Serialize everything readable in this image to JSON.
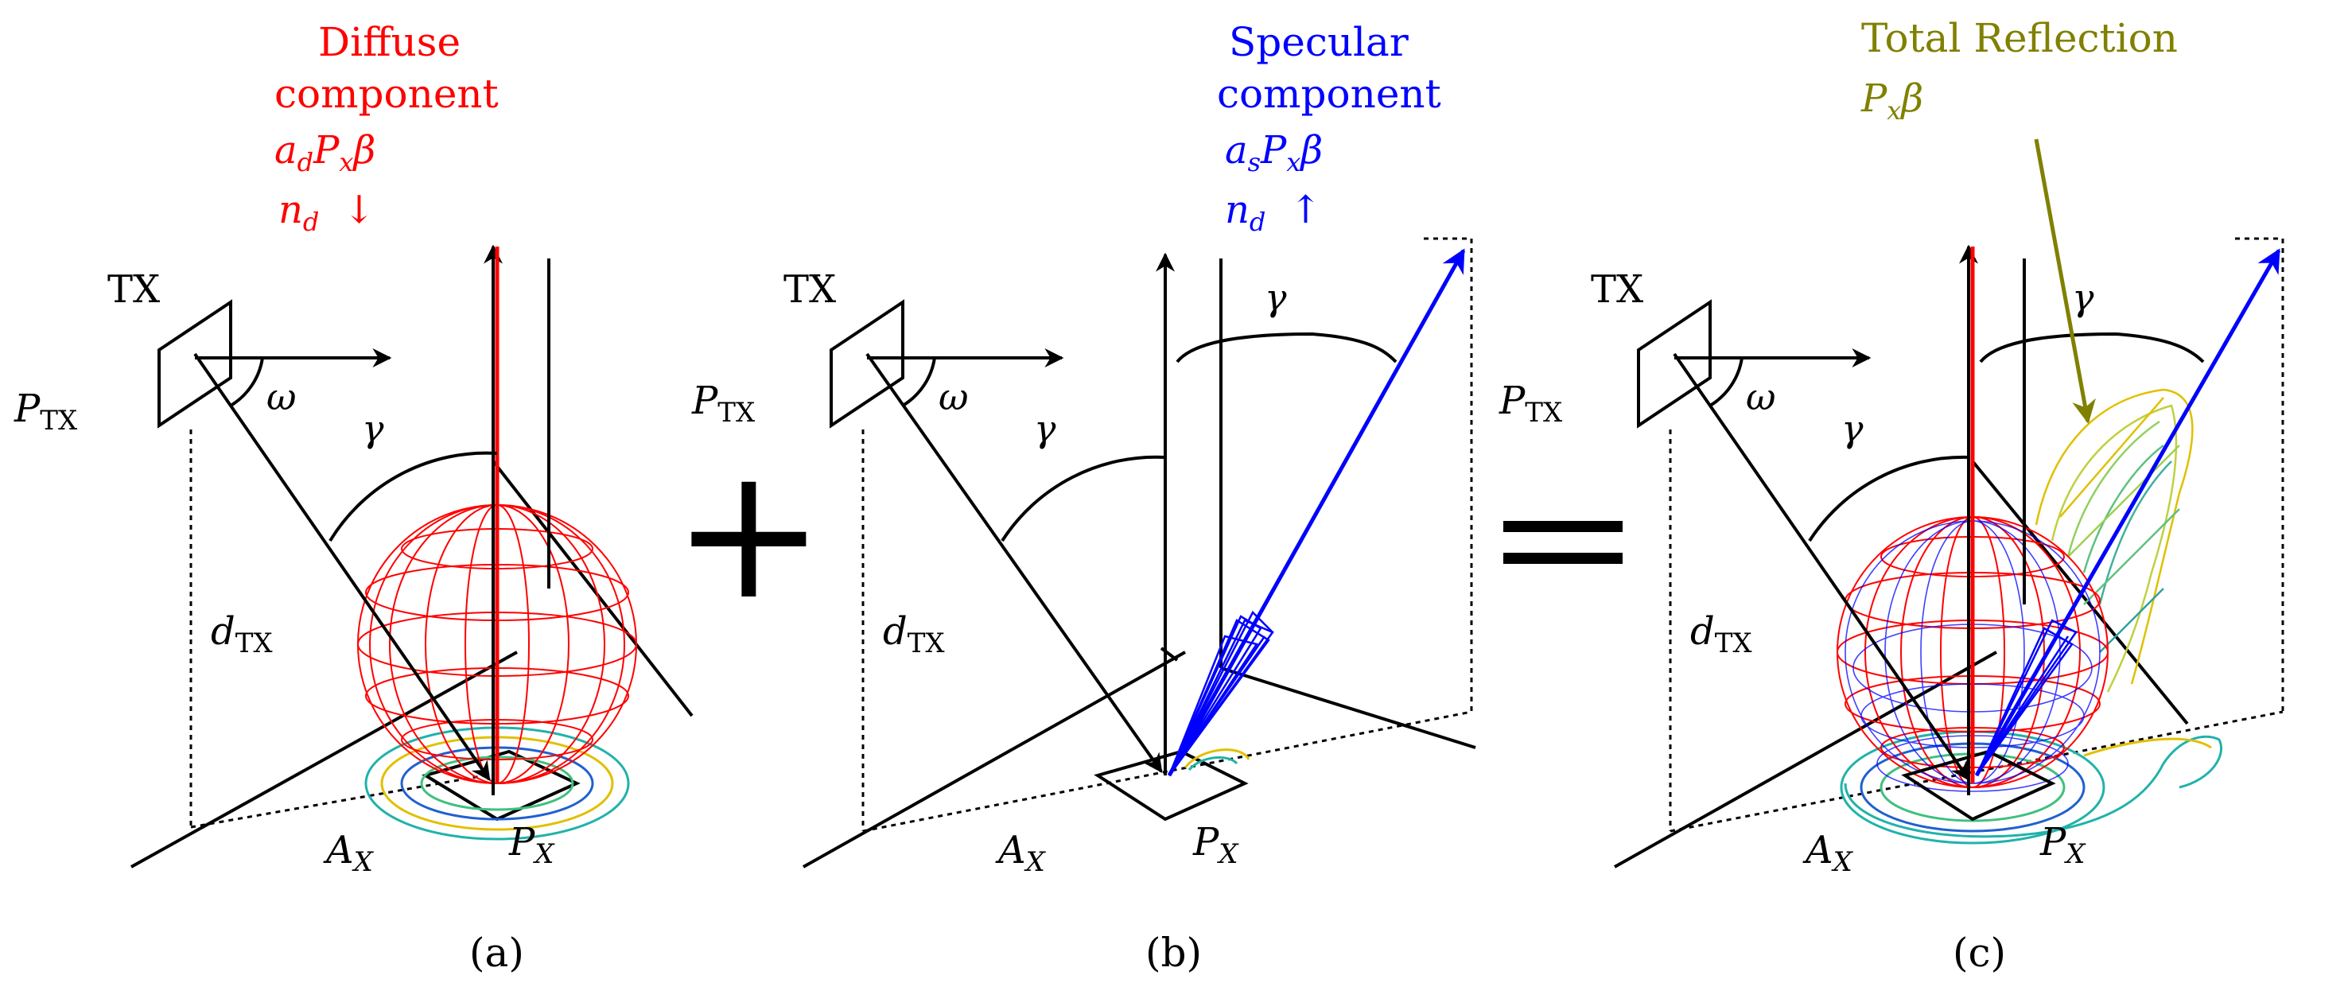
{
  "panels": [
    {
      "caption": "(a)",
      "tx_label": "TX",
      "ptx_label": "P",
      "ptx_sub": "TX",
      "omega": "ω",
      "gamma": "γ",
      "dtx_label": "d",
      "dtx_sub": "TX",
      "ax_label": "A",
      "ax_sub": "X",
      "px_label": "P",
      "px_sub": "X",
      "annotation": {
        "line1": "Diffuse",
        "line2": "component",
        "formula": {
          "a": "a",
          "a_sub": "d",
          "p": "P",
          "p_sub": "x",
          "beta": "β"
        },
        "nd": {
          "n": "n",
          "sub": "d",
          "arrow": "↓"
        },
        "color": "#ff0000"
      }
    },
    {
      "caption": "(b)",
      "tx_label": "TX",
      "ptx_label": "P",
      "ptx_sub": "TX",
      "omega": "ω",
      "gamma_left": "γ",
      "gamma_right": "γ",
      "dtx_label": "d",
      "dtx_sub": "TX",
      "ax_label": "A",
      "ax_sub": "X",
      "px_label": "P",
      "px_sub": "X",
      "annotation": {
        "line1": "Specular",
        "line2": "component",
        "formula": {
          "a": "a",
          "a_sub": "s",
          "p": "P",
          "p_sub": "x",
          "beta": "β"
        },
        "nd": {
          "n": "n",
          "sub": "d",
          "arrow": "↑"
        },
        "color": "#0000ff"
      }
    },
    {
      "caption": "(c)",
      "tx_label": "TX",
      "ptx_label": "P",
      "ptx_sub": "TX",
      "omega": "ω",
      "gamma_left": "γ",
      "gamma_right": "γ",
      "dtx_label": "d",
      "dtx_sub": "TX",
      "ax_label": "A",
      "ax_sub": "X",
      "px_label": "P",
      "px_sub": "X",
      "annotation": {
        "line1": "Total Reflection",
        "formula": {
          "p": "P",
          "p_sub": "x",
          "beta": "β"
        },
        "color": "#808000"
      }
    }
  ],
  "operators": {
    "plus": "+",
    "equals": "="
  },
  "colors": {
    "diffuse": "#ff0000",
    "specular": "#0000ff",
    "total": "#808000",
    "axes": "#000000"
  }
}
